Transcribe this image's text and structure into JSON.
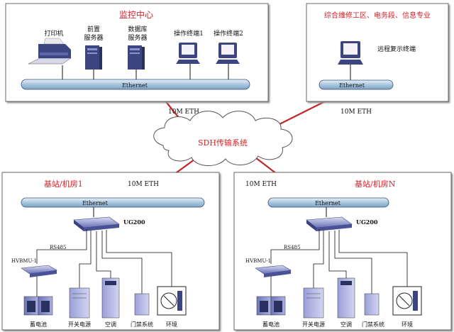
{
  "monitor_center": {
    "title": "监控中心",
    "devices": {
      "printer": "打印机",
      "front_server_1": "前置",
      "front_server_2": "服务器",
      "db_server_1": "数据库",
      "db_server_2": "服务器",
      "terminal_1": "操作终端1",
      "terminal_2": "操作终端2"
    },
    "bus": "Ethernet"
  },
  "remote": {
    "title": "综合维修工区、电务段、信息专业",
    "terminal": "远程复示终端",
    "bus": "Ethernet"
  },
  "links": {
    "eth_left": "10M ETH",
    "eth_right": "10M ETH"
  },
  "cloud": {
    "label": "SDH传输系统"
  },
  "station_1": {
    "title": "基站/机房1",
    "eth": "10M ETH",
    "bus": "Ethernet",
    "ug": "UG200",
    "rs485": "RS485",
    "hvbmu": "HVBMU-1",
    "devices": {
      "battery": "蓄电池",
      "power": "开关电源",
      "ac": "空调",
      "door": "门禁系统",
      "env": "环境"
    }
  },
  "station_n": {
    "title": "基站/机房N",
    "eth": "10M ETH",
    "bus": "Ethernet",
    "ug": "UG200",
    "rs485": "RS485",
    "hvbmu": "HVBMU-1",
    "devices": {
      "battery": "蓄电池",
      "power": "开关电源",
      "ac": "空调",
      "door": "门禁系统",
      "env": "环境"
    }
  },
  "colors": {
    "accent": "#d8232a",
    "bus_fill": "#bcd3e8",
    "link": "#c0272d"
  }
}
